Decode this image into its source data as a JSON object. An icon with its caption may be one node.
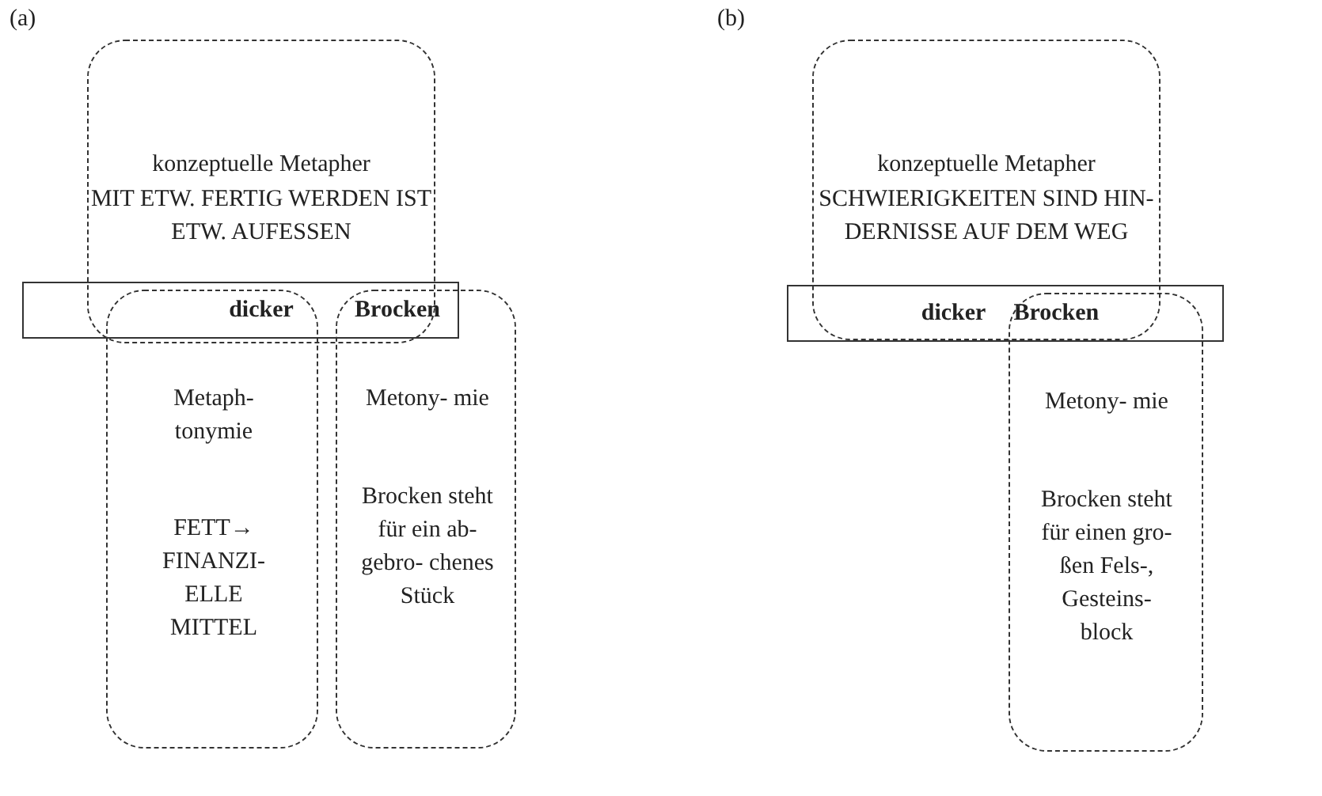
{
  "diagram": {
    "nodes": [
      {
        "text": [
          "konzeptuelle Metapher",
          "MIT ETW. FERTIG WERDEN IST ETW. AUFESSEN"
        ]
      },
      {
        "text": [
          "dicker",
          "Brocken"
        ]
      },
      {
        "text": [
          "Metaph- tonymie",
          "FETT→ FINANZI- ELLE MITTEL"
        ]
      },
      {
        "text": [
          "Metony- mie",
          "Brocken steht für ein ab- gebro- chenes Stück"
        ]
      },
      {
        "text": [
          "konzeptuelle Metapher",
          "SCHWIERIGKEITEN SIND HIN- DERNISSE AUF DEM WEG"
        ]
      },
      {
        "text": [
          "dicker Brocken"
        ]
      },
      {
        "text": [
          "Metony- mie",
          "Brocken steht für einen gro- ßen Fels-, Gesteins- block"
        ]
      }
    ],
    "labels": [
      "(a)",
      "(b)"
    ]
  }
}
